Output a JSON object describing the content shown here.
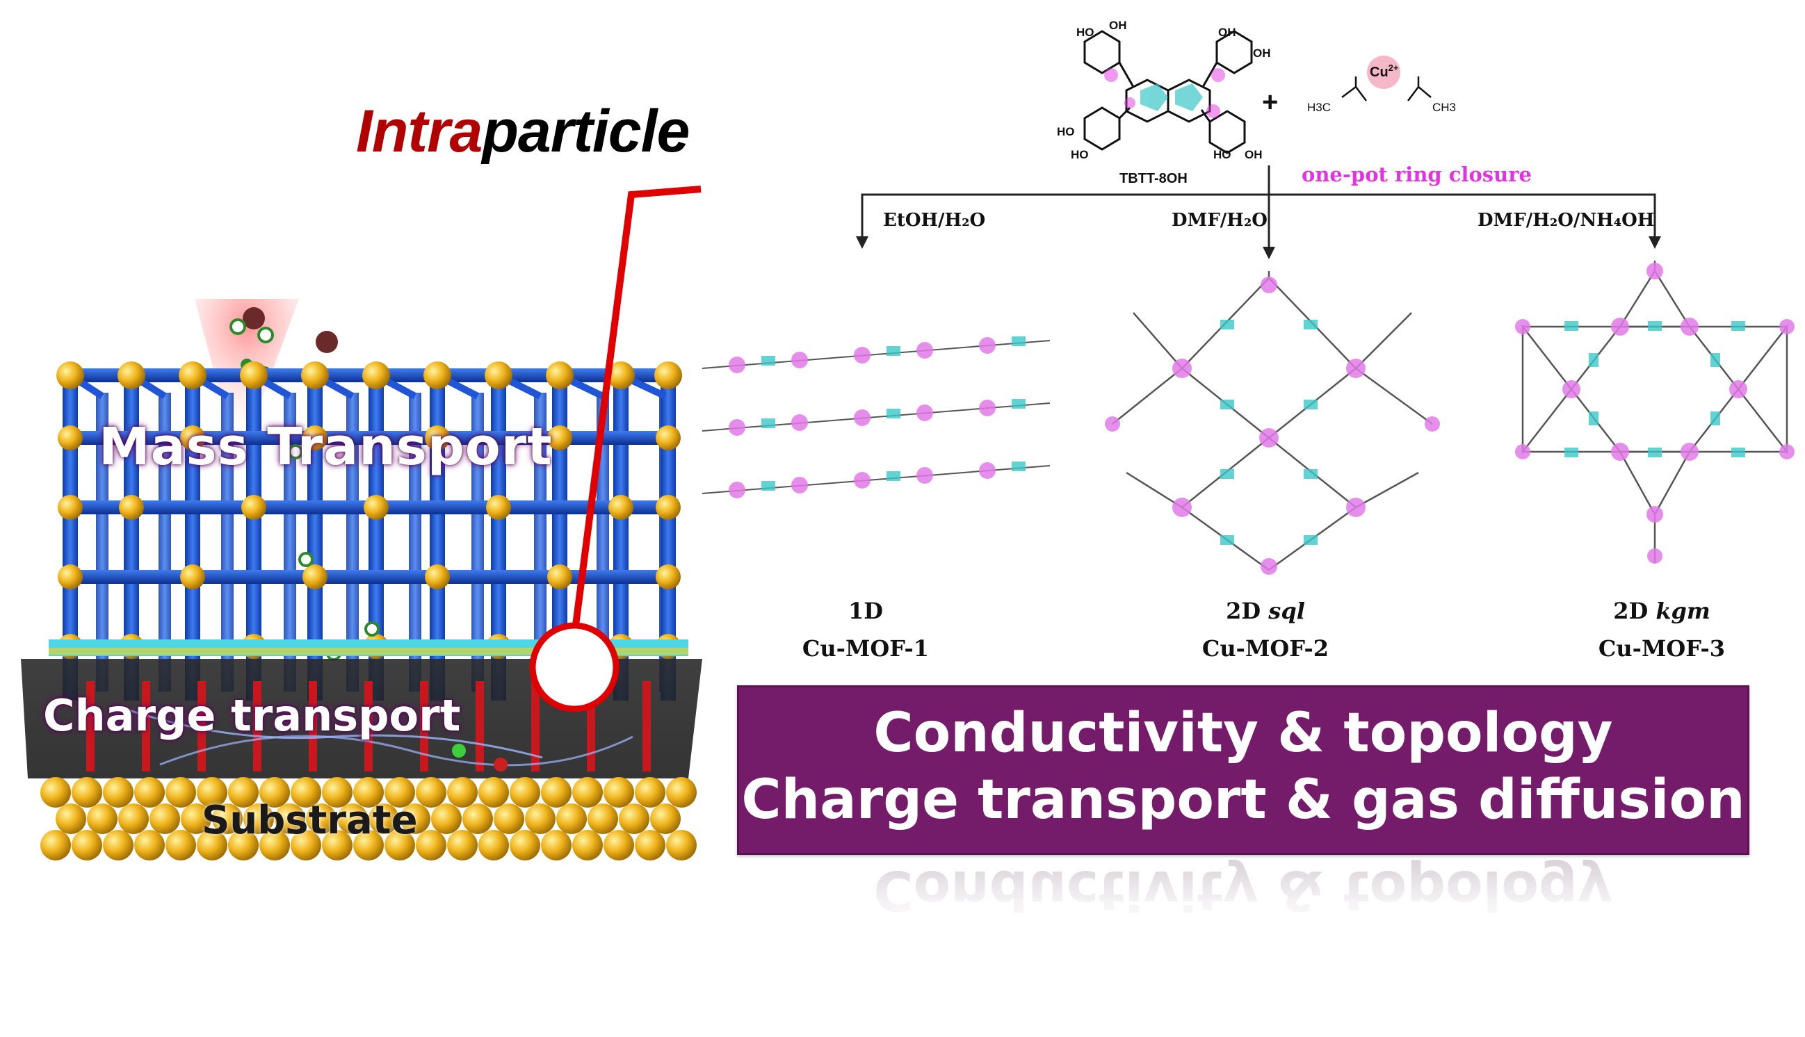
{
  "left_illustration": {
    "title_part1": "Intra",
    "title_part2": "particle",
    "mass_transport": "Mass Transport",
    "charge_transport": "Charge transport",
    "substrate": "Substrate"
  },
  "reaction": {
    "linker_label": "TBTT-8OH",
    "metal_ion": "Cu",
    "metal_charge": "2+",
    "plus_sign": "+",
    "acetate_left": "H3C",
    "acetate_right": "CH3",
    "oh_label": "OH",
    "ho_label": "HO",
    "ring_closure": "one-pot ring closure",
    "conditions": [
      "EtOH/H₂O",
      "DMF/H₂O",
      "DMF/H₂O/NH₄OH"
    ]
  },
  "products": [
    {
      "dim": "1D",
      "topology": "",
      "name": "Cu-MOF-1"
    },
    {
      "dim": "2D",
      "topology": "sql",
      "name": "Cu-MOF-2"
    },
    {
      "dim": "2D",
      "topology": "kgm",
      "name": "Cu-MOF-3"
    }
  ],
  "banner": {
    "line1": "Conductivity & topology",
    "line2": "Charge transport & gas diffusion"
  },
  "colors": {
    "banner_bg": "#741b6a",
    "frame_blue": "#1f55d6",
    "node_gold": "#f0b41c",
    "accent_red": "#e00000",
    "ring_magenta": "#e034e0",
    "mof_pink": "#e27ae8",
    "mof_cyan": "#3cc7c7"
  }
}
